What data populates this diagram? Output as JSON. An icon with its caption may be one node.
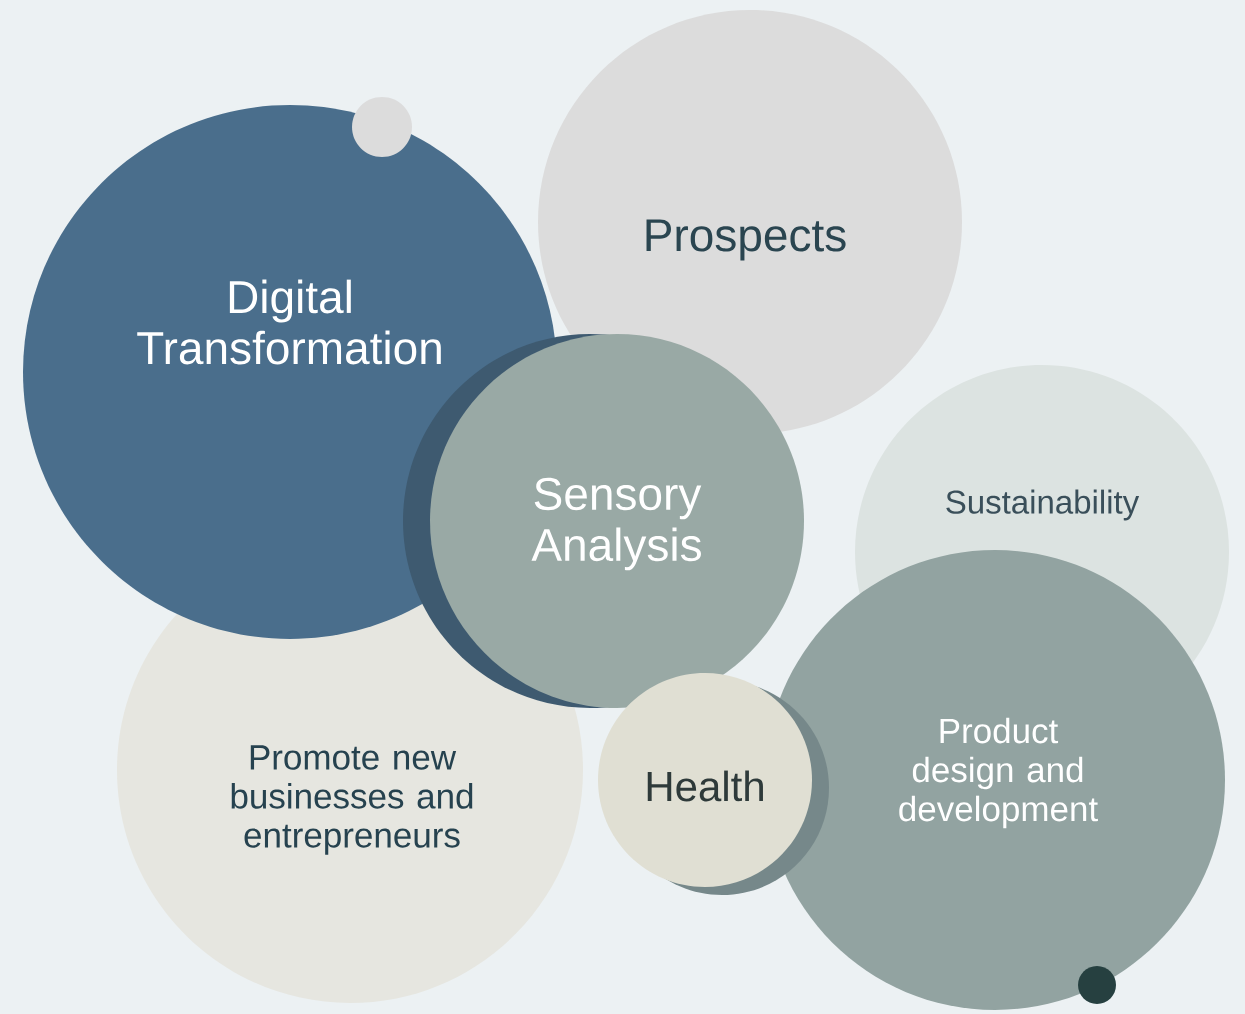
{
  "diagram": {
    "nodes": [
      {
        "text": [
          "Digital Transformation"
        ]
      },
      {
        "text": [],
        "shape": "circle"
      },
      {
        "text": [
          "Prospects"
        ]
      },
      {
        "text": [
          "Sensory Analysis"
        ]
      },
      {
        "text": [
          "Sustainability"
        ]
      },
      {
        "text": [
          "Promote new businesses and entrepreneurs"
        ]
      },
      {
        "text": [
          "Health"
        ]
      },
      {
        "text": [
          "Product design and development"
        ]
      },
      {
        "text": [],
        "shape": "circle",
        "in": 7
      }
    ]
  }
}
